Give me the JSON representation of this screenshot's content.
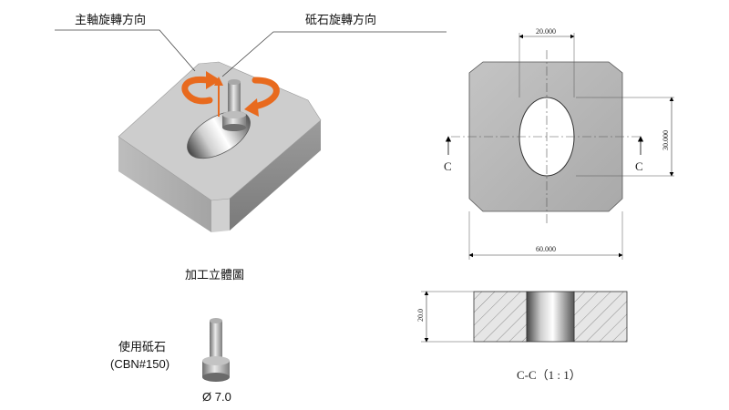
{
  "labels": {
    "spindle_rotation": "主軸旋轉方向",
    "stone_rotation": "砥石旋轉方向",
    "iso_caption": "加工立體圖",
    "tool_caption": "使用砥石",
    "tool_spec": "(CBN#150)",
    "tool_diameter": "Ø 7.0"
  },
  "drawing": {
    "dim_top": "20.000",
    "dim_right": "30.000",
    "dim_bottom": "60.000",
    "dim_thickness": "20.0",
    "cut_left": "C",
    "cut_right": "C",
    "section_title": "C-C（1 : 1）"
  },
  "colors": {
    "arrow_orange": "#e86a1e",
    "plate_top": "#c9c9c9",
    "plate_side_dark": "#8d8d8d",
    "plate_front": "#b2b2b2"
  }
}
